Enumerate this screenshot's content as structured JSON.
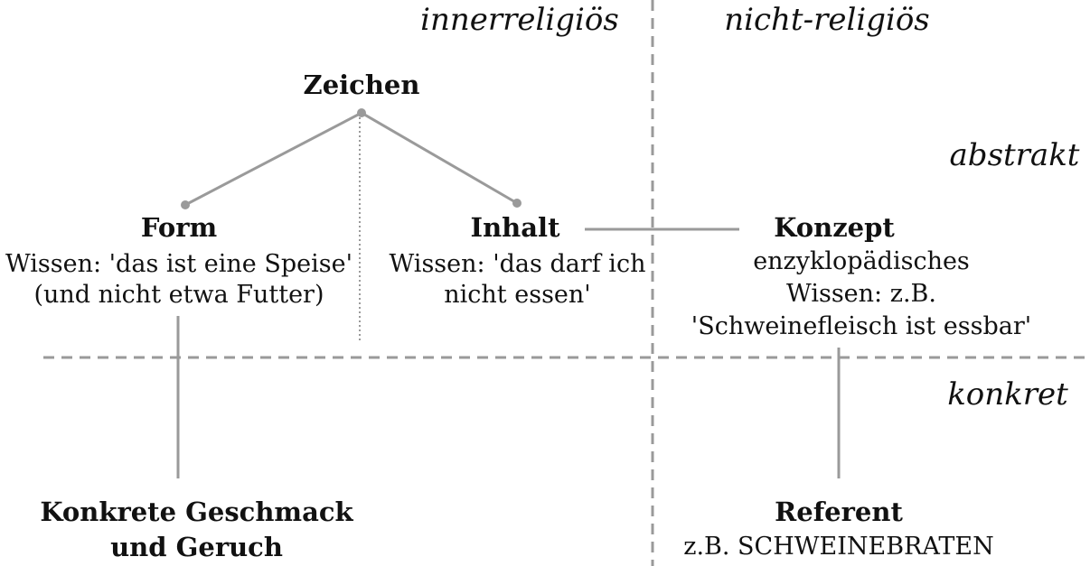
{
  "regions": {
    "innerreligious": "innerreligiös",
    "nonreligious": "nicht-religiös",
    "abstract": "abstrakt",
    "concrete": "konkret"
  },
  "nodes": {
    "zeichen": {
      "title": "Zeichen"
    },
    "form": {
      "title": "Form",
      "lines": [
        "Wissen: 'das ist eine Speise'",
        "(und nicht etwa Futter)"
      ]
    },
    "inhalt": {
      "title": "Inhalt",
      "lines": [
        "Wissen: 'das darf ich",
        "nicht essen'"
      ]
    },
    "konzept": {
      "title": "Konzept",
      "lines": [
        "enzyklopädisches",
        "Wissen: z.B.",
        "'Schweinefleisch ist essbar'"
      ]
    },
    "geschmack": {
      "lines": [
        "Konkrete Geschmack",
        "und Geruch"
      ]
    },
    "referent": {
      "title": "Referent",
      "lines": [
        "z.B. SCHWEINEBRATEN"
      ]
    }
  },
  "colors": {
    "line": "#9a9a9a",
    "text": "#111111"
  }
}
